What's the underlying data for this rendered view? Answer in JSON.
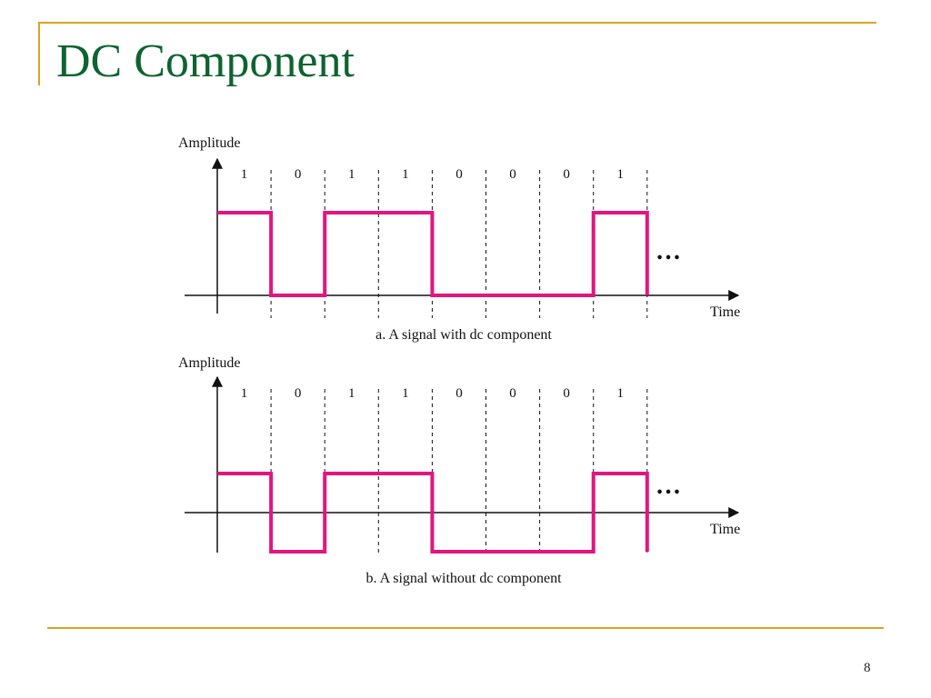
{
  "slide": {
    "title": "DC Component",
    "page_number": "8"
  },
  "panels": [
    {
      "y_axis_label": "Amplitude",
      "x_axis_label": "Time",
      "caption": "a. A signal with dc component",
      "bits": [
        "1",
        "0",
        "1",
        "1",
        "0",
        "0",
        "0",
        "1"
      ],
      "levels": [
        1,
        0,
        1,
        1,
        0,
        0,
        0,
        1
      ],
      "continuation": "…"
    },
    {
      "y_axis_label": "Amplitude",
      "x_axis_label": "Time",
      "caption": "b. A signal without dc component",
      "bits": [
        "1",
        "0",
        "1",
        "1",
        "0",
        "0",
        "0",
        "1"
      ],
      "levels": [
        1,
        -1,
        1,
        1,
        -1,
        -1,
        -1,
        1
      ],
      "continuation": "…"
    }
  ],
  "colors": {
    "accent_rule": "#d9a520",
    "title": "#0e6330",
    "signal": "#e3157f"
  }
}
